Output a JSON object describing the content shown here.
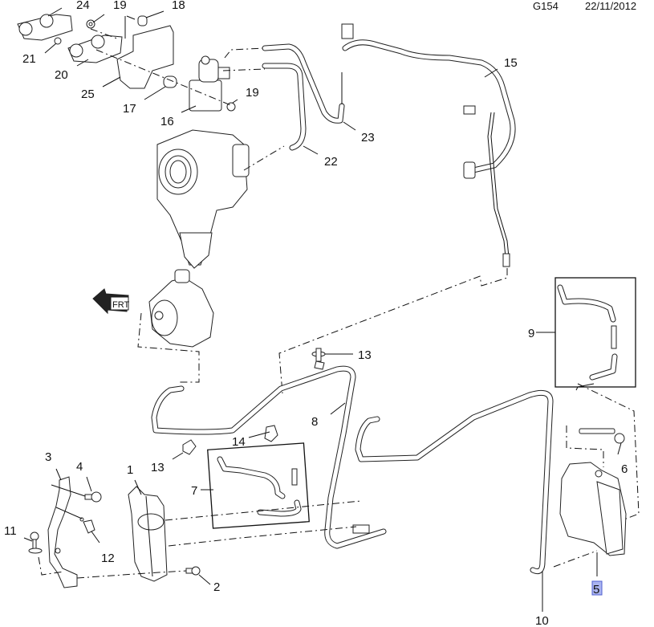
{
  "header": {
    "diagram_code": "G154",
    "date": "22/11/2012"
  },
  "selected_callout": "5",
  "colors": {
    "line": "#111111",
    "selection_highlight": "#aab4f0",
    "selection_border": "#5060d0"
  },
  "callouts": {
    "c1": "1",
    "c2": "2",
    "c3": "3",
    "c4": "4",
    "c5": "5",
    "c6": "6",
    "c7": "7",
    "c8": "8",
    "c9": "9",
    "c10": "10",
    "c11": "11",
    "c12": "12",
    "c13a": "13",
    "c13b": "13",
    "c14": "14",
    "c15": "15",
    "c16": "16",
    "c17": "17",
    "c18": "18",
    "c19a": "19",
    "c19b": "19",
    "c20": "20",
    "c21": "21",
    "c22": "22",
    "c23": "23",
    "c24": "24",
    "c25": "25"
  },
  "front_indicator": "FRT"
}
